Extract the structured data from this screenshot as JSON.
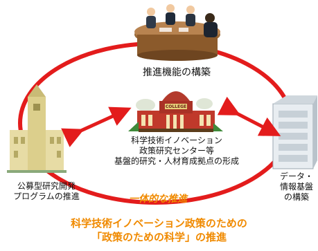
{
  "diagram": {
    "top_label": "推進機能の構築",
    "center_label_lines": [
      "科学技術イノベーション",
      "政策研究センター等",
      "基盤的研究・人材育成拠点の形成"
    ],
    "center_sign": "COLLEGE",
    "left_label_lines": [
      "公募型研究開発",
      "プログラムの推進"
    ],
    "right_label_lines": [
      "データ・",
      "情報基盤",
      "の構築"
    ],
    "unified_label": "一体的な推進",
    "title_lines": [
      "科学技術イノベーション政策のための",
      "「政策のための科学」の推進"
    ]
  },
  "colors": {
    "ring": "#e31c1c",
    "arrow": "#e31c1c",
    "accent_orange": "#f08a00",
    "building_red": "#c0392b",
    "table_wood": "#8b5a2b"
  },
  "icons": [
    "meeting-table-icon",
    "college-building-icon",
    "university-tower-icon",
    "server-rack-icon"
  ]
}
